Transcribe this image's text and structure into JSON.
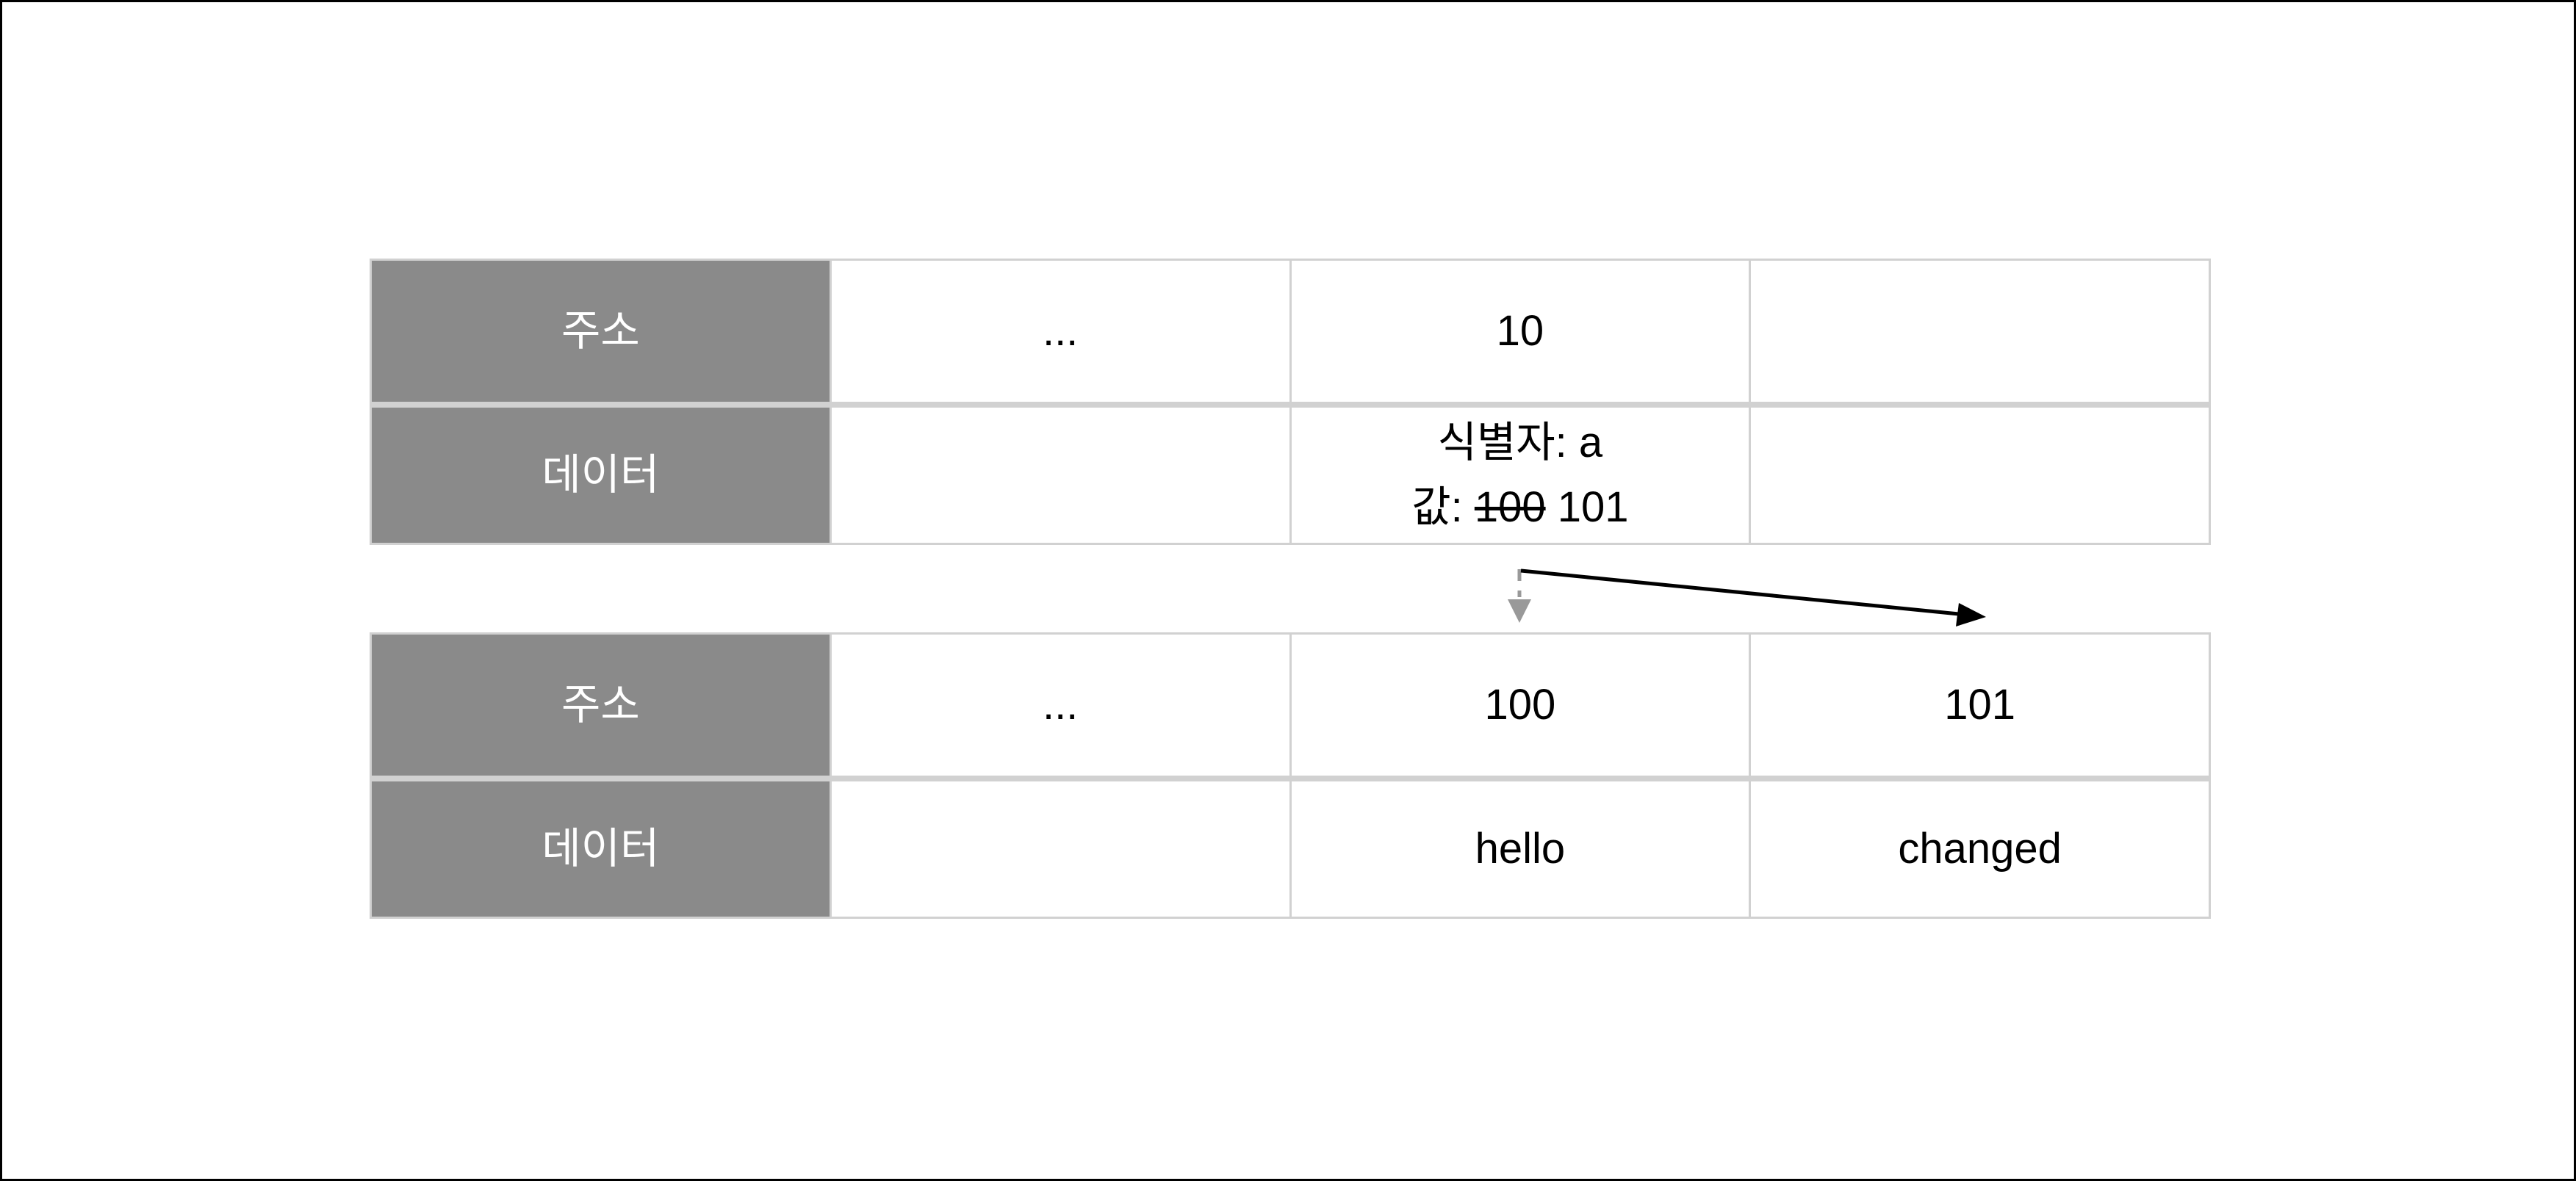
{
  "top_table": {
    "row_address": {
      "header": "주소",
      "col2": "...",
      "col3": "10",
      "col4": ""
    },
    "row_data": {
      "header": "데이터",
      "col2": "",
      "col3": {
        "line1": "식별자: a",
        "line2_label": "값:",
        "line2_old_value": "100",
        "line2_new_value": "101"
      },
      "col4": ""
    }
  },
  "bottom_table": {
    "row_address": {
      "header": "주소",
      "col2": "...",
      "col3": "100",
      "col4": "101"
    },
    "row_data": {
      "header": "데이터",
      "col2": "",
      "col3": "hello",
      "col4": "changed"
    }
  },
  "colors": {
    "header_bg": "#8a8a8a",
    "header_text": "#ffffff",
    "cell_bg": "#ffffff",
    "cell_text": "#000000",
    "table_border": "#d1d1d1",
    "dashed_arrow": "#999999",
    "solid_arrow": "#000000",
    "canvas_border": "#000000"
  }
}
